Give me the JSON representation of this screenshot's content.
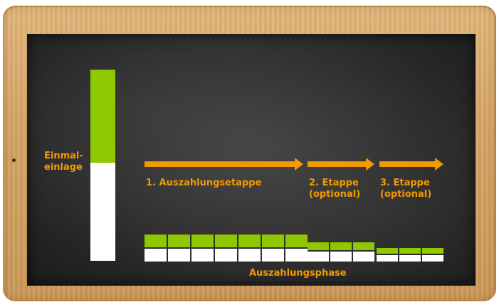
{
  "labels": {
    "einmal_line1": "Einmal-",
    "einmal_line2": "einlage",
    "stage1": "1. Auszahlungsetappe",
    "stage2_line1": "2. Etappe",
    "stage2_line2": "(optional)",
    "stage3_line1": "3. Etappe",
    "stage3_line2": "(optional)",
    "phase": "Auszahlungsphase"
  },
  "colors": {
    "green": "#8fc800",
    "white": "#ffffff",
    "orange": "#f29a00"
  }
}
